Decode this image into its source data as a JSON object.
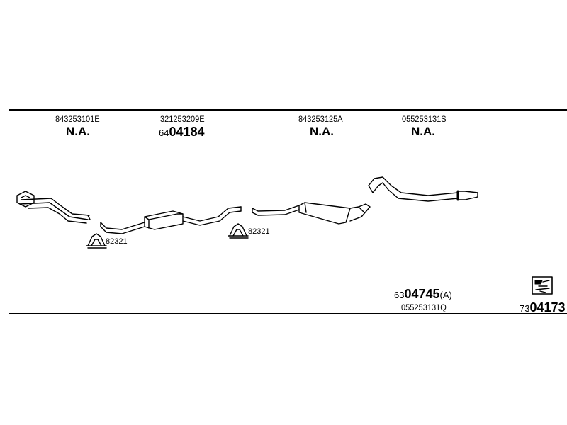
{
  "top_parts": [
    {
      "oe": "843253101E",
      "pn_prefix": "",
      "pn_main": "N.A.",
      "pn_suffix": ""
    },
    {
      "oe": "321253209E",
      "pn_prefix": "64",
      "pn_main": "04184",
      "pn_suffix": ""
    },
    {
      "oe": "843253125A",
      "pn_prefix": "",
      "pn_main": "N.A.",
      "pn_suffix": ""
    },
    {
      "oe": "055253131S",
      "pn_prefix": "",
      "pn_main": "N.A.",
      "pn_suffix": ""
    }
  ],
  "clamps": [
    {
      "label": "82321"
    },
    {
      "label": "82321"
    }
  ],
  "bottom_part": {
    "pn_prefix": "63",
    "pn_main": "04745",
    "pn_suffix": "(A)",
    "oe": "055253131Q"
  },
  "kit": {
    "pn_prefix": "73",
    "pn_main": "04173"
  }
}
